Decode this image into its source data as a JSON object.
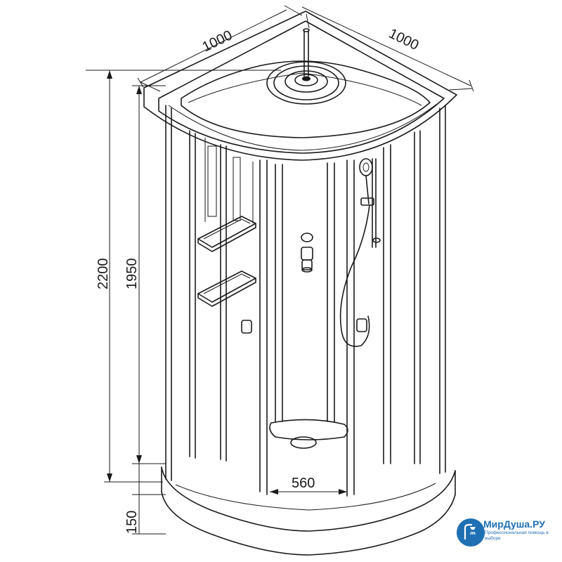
{
  "dimensions": {
    "top_left_width": "1000",
    "top_right_width": "1000",
    "total_height": "2200",
    "cabin_height": "1950",
    "tray_height": "150",
    "door_opening": "560"
  },
  "logo": {
    "brand": "МирДуша.РУ",
    "tagline": "Профессиональная помощь в выборе",
    "colors": {
      "primary": "#1f6fb3"
    }
  },
  "icons": {
    "logo_mark": "shower-icon"
  }
}
